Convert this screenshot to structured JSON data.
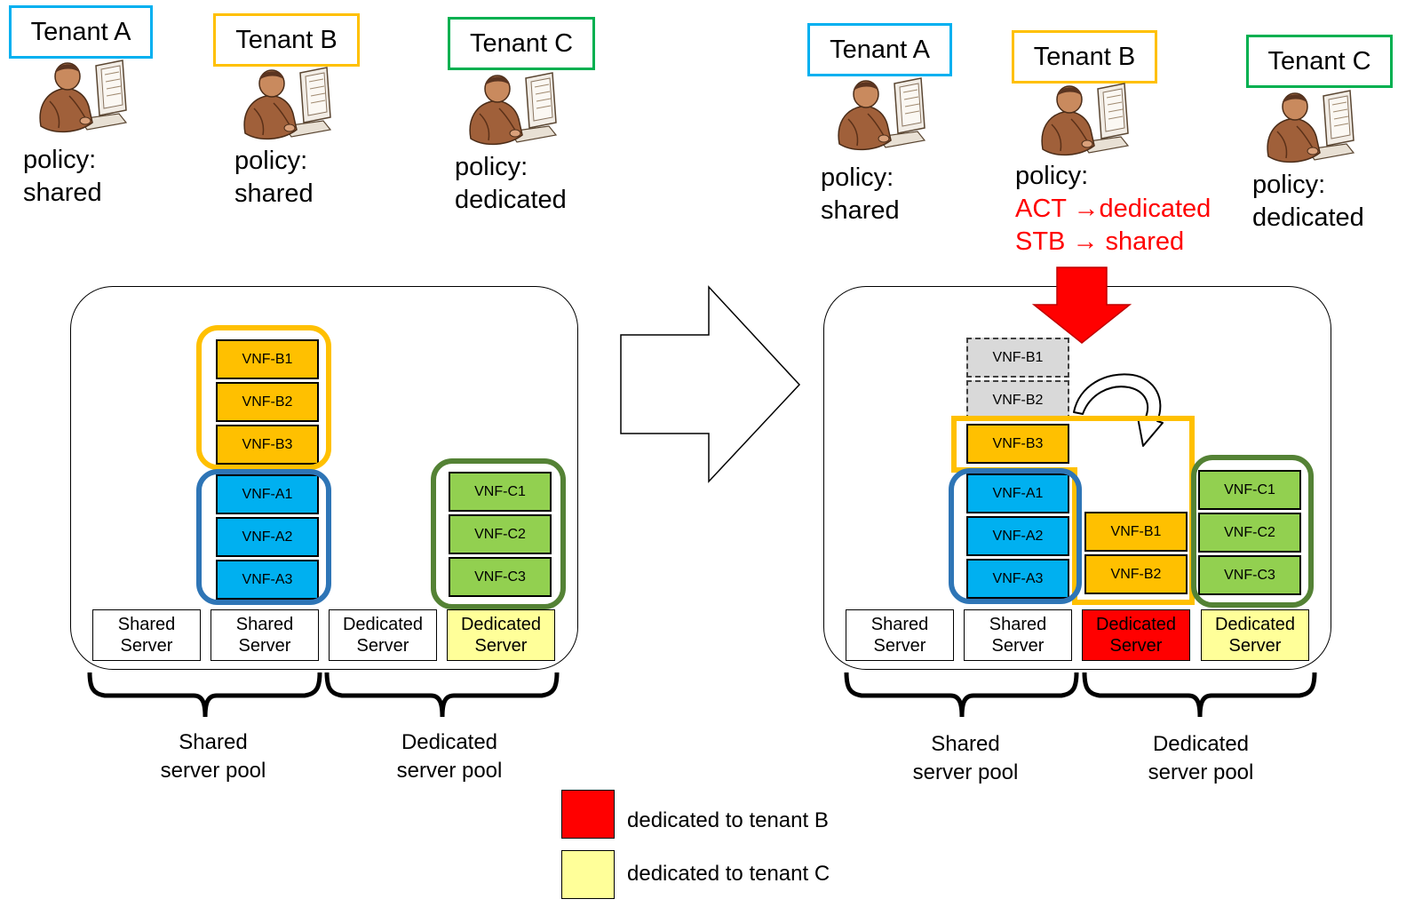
{
  "left": {
    "tenants": [
      {
        "label": "Tenant A",
        "color": "#00b0f0",
        "policy_title": "policy:",
        "policy_value": "shared"
      },
      {
        "label": "Tenant B",
        "color": "#ffc000",
        "policy_title": "policy:",
        "policy_value": "shared"
      },
      {
        "label": "Tenant C",
        "color": "#00b050",
        "policy_title": "policy:",
        "policy_value": "dedicated"
      }
    ],
    "vnfs": {
      "b1": "VNF-B1",
      "b2": "VNF-B2",
      "b3": "VNF-B3",
      "a1": "VNF-A1",
      "a2": "VNF-A2",
      "a3": "VNF-A3",
      "c1": "VNF-C1",
      "c2": "VNF-C2",
      "c3": "VNF-C3"
    },
    "servers": [
      {
        "line1": "Shared",
        "line2": "Server",
        "fill": "#ffffff",
        "text_color": "#000000"
      },
      {
        "line1": "Shared",
        "line2": "Server",
        "fill": "#ffffff",
        "text_color": "#000000"
      },
      {
        "line1": "Dedicated",
        "line2": "Server",
        "fill": "#ffffff",
        "text_color": "#000000"
      },
      {
        "line1": "Dedicated",
        "line2": "Server",
        "fill": "#ffff99",
        "text_color": "#000000"
      }
    ],
    "pools": [
      {
        "line1": "Shared",
        "line2": "server pool"
      },
      {
        "line1": "Dedicated",
        "line2": "server pool"
      }
    ]
  },
  "right": {
    "tenants": [
      {
        "label": "Tenant A",
        "color": "#00b0f0",
        "policy_title": "policy:",
        "policy_value": "shared"
      },
      {
        "label": "Tenant B",
        "color": "#ffc000",
        "policy_title": "policy:",
        "policy_act": "ACT →dedicated",
        "policy_stb": "STB → shared"
      },
      {
        "label": "Tenant C",
        "color": "#00b050",
        "policy_title": "policy:",
        "policy_value": "dedicated"
      }
    ],
    "vnfs": {
      "b1_ghost": "VNF-B1",
      "b2_ghost": "VNF-B2",
      "b3": "VNF-B3",
      "a1": "VNF-A1",
      "a2": "VNF-A2",
      "a3": "VNF-A3",
      "b1": "VNF-B1",
      "b2": "VNF-B2",
      "c1": "VNF-C1",
      "c2": "VNF-C2",
      "c3": "VNF-C3"
    },
    "servers": [
      {
        "line1": "Shared",
        "line2": "Server",
        "fill": "#ffffff",
        "text_color": "#000000"
      },
      {
        "line1": "Shared",
        "line2": "Server",
        "fill": "#ffffff",
        "text_color": "#000000"
      },
      {
        "line1": "Dedicated",
        "line2": "Server",
        "fill": "#ff0000",
        "text_color": "#000000"
      },
      {
        "line1": "Dedicated",
        "line2": "Server",
        "fill": "#ffff99",
        "text_color": "#000000"
      }
    ],
    "pools": [
      {
        "line1": "Shared",
        "line2": "server pool"
      },
      {
        "line1": "Dedicated",
        "line2": "server pool"
      }
    ]
  },
  "legend": [
    {
      "color": "#ff0000",
      "label": "dedicated to tenant B"
    },
    {
      "color": "#ffff99",
      "label": "dedicated to tenant C"
    }
  ],
  "colors": {
    "tenant_a_group": "#2e75b6",
    "tenant_b_group": "#ffc000",
    "tenant_c_group": "#548235",
    "arrow_red": "#ff0000"
  },
  "icons": [
    "person-at-computer-icon",
    "big-right-arrow-icon",
    "red-down-arrow-icon",
    "curved-move-arrow-icon",
    "brace-icon"
  ]
}
